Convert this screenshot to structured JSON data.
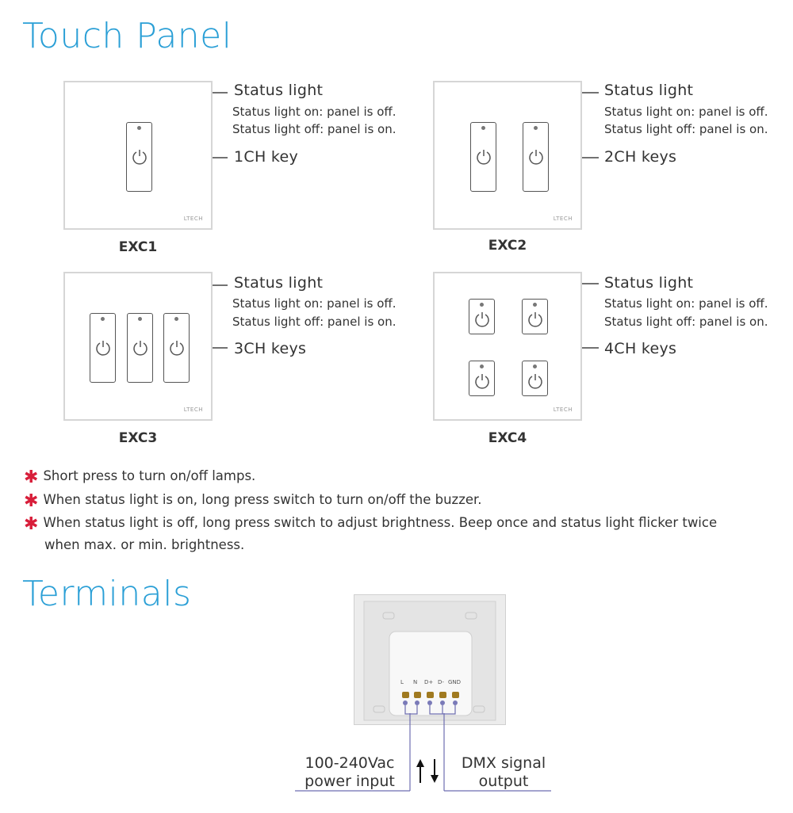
{
  "titles": {
    "touch_panel": "Touch Panel",
    "terminals": "Terminals"
  },
  "panels": [
    {
      "caption": "EXC1",
      "brand": "LTECH",
      "status_light": "Status light",
      "status_on": "Status light on: panel is off.",
      "status_off": "Status light off: panel is on.",
      "keys_label": "1CH key"
    },
    {
      "caption": "EXC2",
      "brand": "LTECH",
      "status_light": "Status light",
      "status_on": "Status light on: panel is off.",
      "status_off": "Status light off: panel is on.",
      "keys_label": "2CH keys"
    },
    {
      "caption": "EXC3",
      "brand": "LTECH",
      "status_light": "Status light",
      "status_on": "Status light on: panel is off.",
      "status_off": "Status light off: panel is on.",
      "keys_label": "3CH keys"
    },
    {
      "caption": "EXC4",
      "brand": "LTECH",
      "status_light": "Status light",
      "status_on": "Status light on: panel is off.",
      "status_off": "Status light off: panel is on.",
      "keys_label": "4CH keys"
    }
  ],
  "notes": [
    "Short press to turn on/off lamps.",
    "When status light is on, long press switch to turn on/off the buzzer.",
    "When status light is off, long press switch to adjust brightness. Beep once and status light flicker twice",
    "when max. or min. brightness."
  ],
  "terminals": {
    "pins": [
      "L",
      "N",
      "D+",
      "D-",
      "GND"
    ],
    "power_line1": "100-240Vac",
    "power_line2": "power input",
    "dmx_line1": "DMX signal",
    "dmx_line2": "output"
  },
  "colors": {
    "title": "#2a9fd6",
    "bullet": "#d81e3a"
  }
}
